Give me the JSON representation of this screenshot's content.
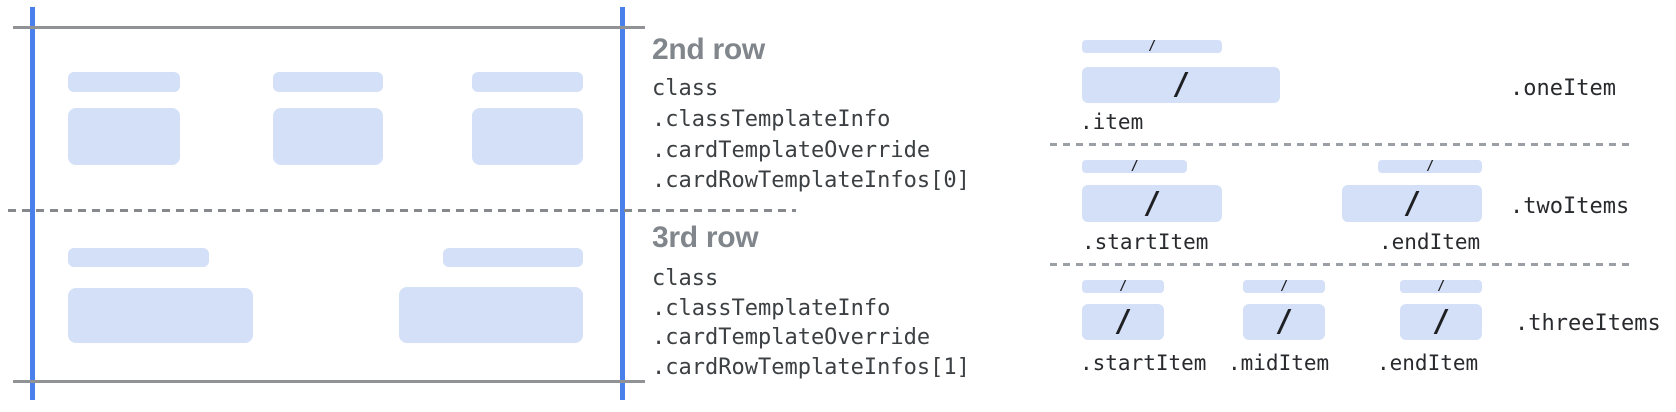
{
  "diagram": {
    "slash": "/",
    "rows": [
      {
        "title": "2nd row",
        "code_lines": [
          "class",
          ".classTemplateInfo",
          ".cardTemplateOverride",
          ".cardRowTemplateInfos[0]"
        ]
      },
      {
        "title": "3rd row",
        "code_lines": [
          "class",
          ".classTemplateInfo",
          ".cardTemplateOverride",
          ".cardRowTemplateInfos[1]"
        ]
      }
    ],
    "templates": [
      {
        "label": ".oneItem",
        "captions": [
          ".item"
        ]
      },
      {
        "label": ".twoItems",
        "captions": [
          ".startItem",
          ".endItem"
        ]
      },
      {
        "label": ".threeItems",
        "captions": [
          ".startItem",
          ".midItem",
          ".endItem"
        ]
      }
    ],
    "colors": {
      "guide_blue": "#4a80ec",
      "field_fill": "#d4e0f7",
      "card_border_gray": "#909296",
      "divider_gray": "#9aa0a6",
      "title_gray": "#80868b",
      "code_text": "#3c4043",
      "caption_text": "#282a2d",
      "slash_black": "#1f2023"
    }
  }
}
